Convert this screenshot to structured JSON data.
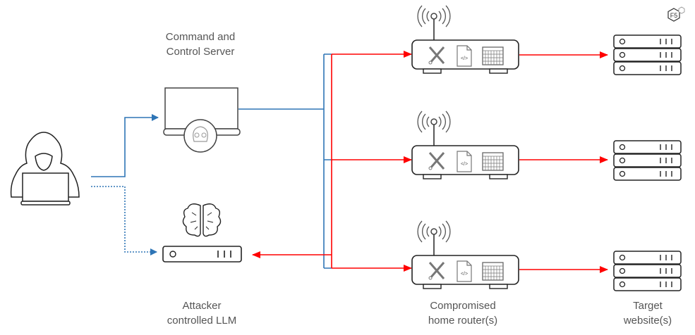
{
  "labels": {
    "c2": [
      "Command and",
      "Control Server"
    ],
    "llm": [
      "Attacker",
      "controlled LLM"
    ],
    "routers": [
      "Compromised",
      "home router(s)"
    ],
    "targets": [
      "Target",
      "website(s)"
    ]
  },
  "logo": {
    "text": "F5"
  },
  "code_glyph": "</>",
  "colors": {
    "blue_link": "#2e75b6",
    "red_link": "#ff0000",
    "stroke": "#222222",
    "icon_gray": "#777777",
    "label_text": "#555555"
  }
}
